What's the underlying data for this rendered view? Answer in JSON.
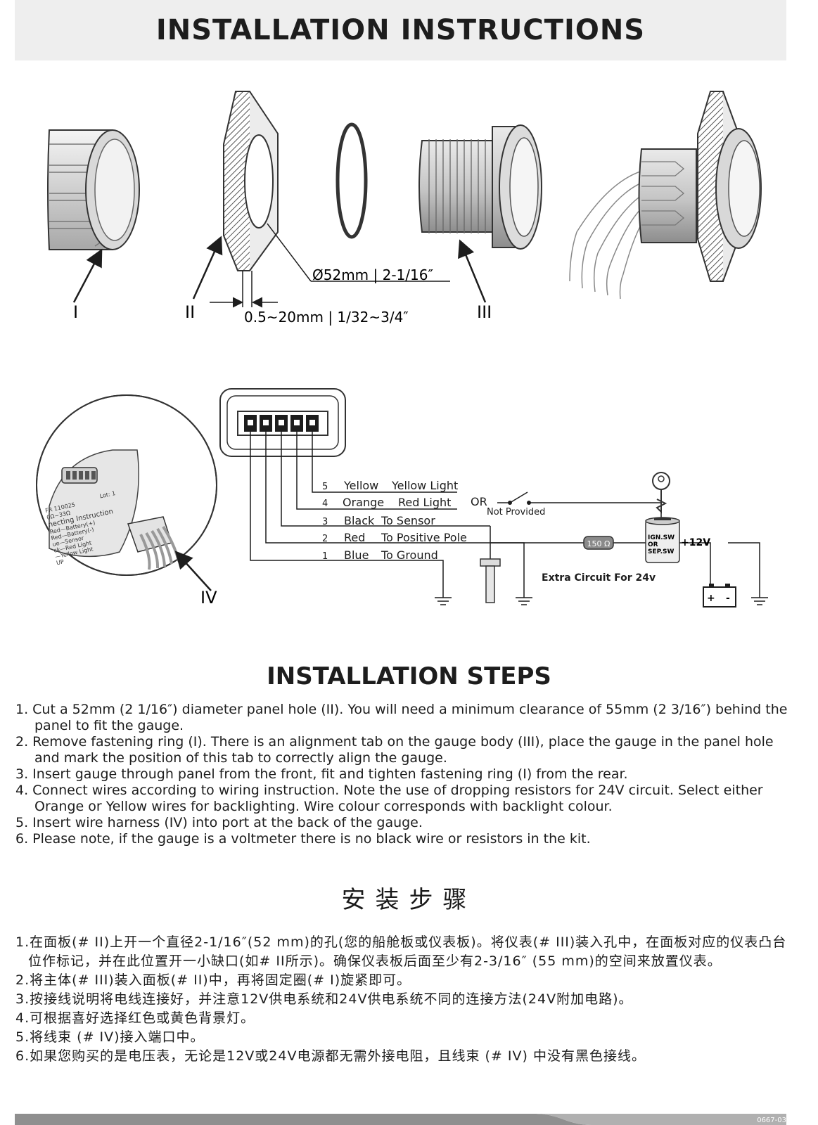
{
  "header": {
    "title": "INSTALLATION INSTRUCTIONS"
  },
  "parts": {
    "label_I": "I",
    "label_II": "II",
    "label_III": "III",
    "label_IV": "IV",
    "hole_dimension": "Ø52mm | 2-1/16″",
    "panel_thickness": "0.5~20mm | 1/32~3/4″"
  },
  "wiring": {
    "wires": [
      {
        "num": "5",
        "color": "Yellow",
        "function": "Yellow Light"
      },
      {
        "num": "4",
        "color": "Orange",
        "function": "Red Light"
      },
      {
        "num": "3",
        "color": "Black",
        "function": "To Sensor"
      },
      {
        "num": "2",
        "color": "Red",
        "function": "To Positive Pole"
      },
      {
        "num": "1",
        "color": "Blue",
        "function": "To Ground"
      }
    ],
    "or_label": "OR",
    "not_provided": "Not  Provided",
    "resistor": "150 Ω",
    "switch_line1": "IGN.SW",
    "switch_line2": "OR",
    "switch_line3": "SEP.SW",
    "plus12": "+12V",
    "extra_circuit": "Extra Circuit For 24v",
    "battery_plus": "+",
    "battery_minus": "-"
  },
  "steps_title": "INSTALLATION STEPS",
  "steps": [
    "1. Cut a 52mm (2 1/16″) diameter panel hole (II). You will need a minimum clearance of 55mm (2 3/16″) behind the panel to fit the gauge.",
    "2. Remove fastening ring (I). There is an alignment tab on the gauge body (III), place the gauge in the panel hole and mark the position of this tab to correctly align the gauge.",
    "3. Insert gauge through panel from the front, fit and tighten fastening ring (I) from the rear.",
    "4. Connect wires according to wiring instruction. Note the use of dropping resistors for 24V circuit. Select either Orange or Yellow wires for backlighting. Wire colour corresponds with backlight colour.",
    "5. Insert wire harness (IV) into port at the back of the gauge.",
    "6. Please note, if the gauge is a voltmeter there is no black wire or resistors in the kit."
  ],
  "cn_title": "安装步骤",
  "cn_steps": [
    "1.在面板(# II)上开一个直径2-1/16″(52 mm)的孔(您的船舱板或仪表板)。将仪表(# III)装入孔中，在面板对应的仪表凸台位作标记，并在此位置开一小缺口(如# II所示)。确保仪表板后面至少有2-3/16″ (55 mm)的空间来放置仪表。",
    "2.将主体(# III)装入面板(# II)中，再将固定圈(# I)旋紧即可。",
    "3.按接线说明将电线连接好，并注意12V供电系统和24V供电系统不同的连接方法(24V附加电路)。",
    "4.可根据喜好选择红色或黄色背景灯。",
    "5.将线束 (# IV)接入端口中。",
    "6.如果您购买的是电压表，无论是12V或24V电源都无需外接电阻，且线束 (# IV) 中没有黑色接线。"
  ],
  "inset_label": {
    "line1": "FR 110025",
    "line2": "0Ω~33Ω",
    "line3": "necting Instruction",
    "line4": "Red—Battery(+)",
    "line5": "Red—Battery(-)",
    "line6": "ue—Sensor",
    "line7": "ck—Red Light",
    "line8": "—Yellow Light",
    "line9": "UP",
    "lot": "Lot: 1"
  },
  "footer": {
    "code": "0667-03"
  },
  "colors": {
    "banner": "#eeeeee",
    "footer": "#8f8f8f",
    "ink": "#1d1d1d"
  }
}
